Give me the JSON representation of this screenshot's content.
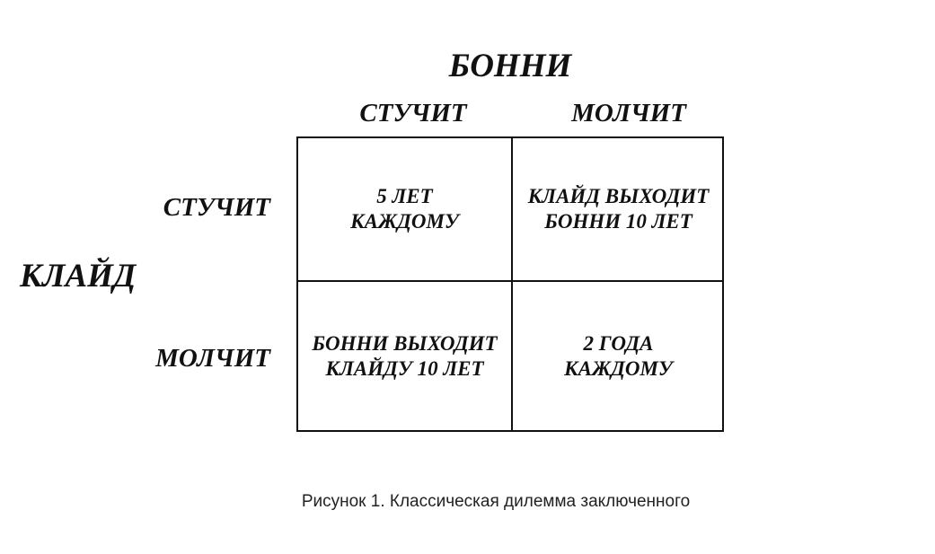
{
  "player_top": "БОННИ",
  "player_side": "КЛАЙД",
  "columns": [
    "СТУЧИТ",
    "МОЛЧИТ"
  ],
  "rows": [
    "СТУЧИТ",
    "МОЛЧИТ"
  ],
  "cells": [
    [
      [
        "5 ЛЕТ",
        "КАЖДОМУ"
      ],
      [
        "КЛАЙД ВЫХОДИТ",
        "БОННИ 10 ЛЕТ"
      ]
    ],
    [
      [
        "БОННИ ВЫХОДИТ",
        "КЛАЙДУ 10 ЛЕТ"
      ],
      [
        "2 ГОДА",
        "КАЖДОМУ"
      ]
    ]
  ],
  "caption": "Рисунок 1. Классическая дилемма заключенного"
}
